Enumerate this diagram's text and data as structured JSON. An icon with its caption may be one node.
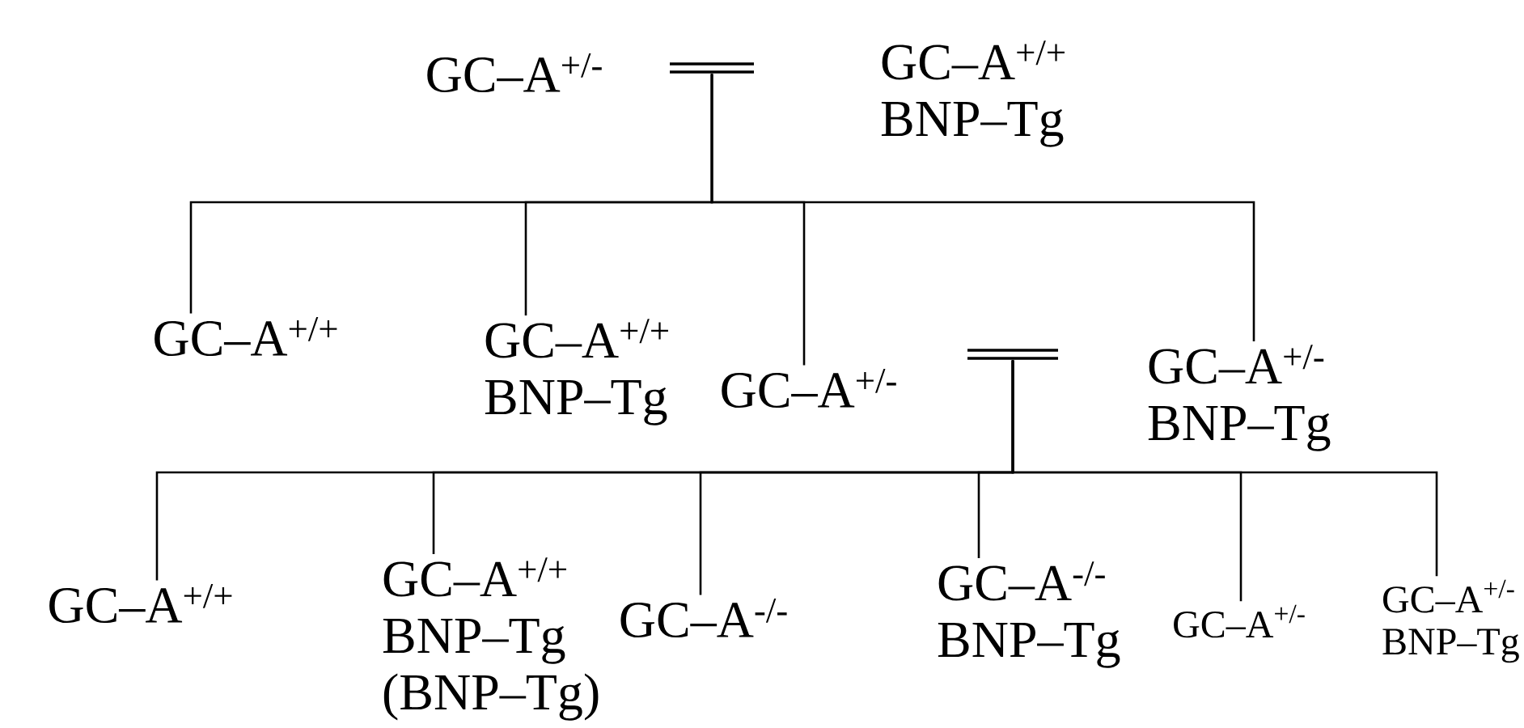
{
  "diagram": {
    "nodes": [
      {
        "text": [
          "GC–A$^{+/-}$"
        ]
      },
      {
        "text": [
          "GC–A$^{+/+}$ BNP–Tg"
        ]
      },
      {
        "text": [],
        "shape": "bar"
      },
      {
        "text": [
          "GC–A$^{+/+}$"
        ]
      },
      {
        "text": [
          "GC–A$^{+/+}$ BNP–Tg"
        ]
      },
      {
        "text": [
          "GC–A$^{+/-}$"
        ]
      },
      {
        "text": [
          "GC–A$^{+/-}$ BNP–Tg"
        ]
      },
      {
        "text": [],
        "shape": "bar"
      },
      {
        "text": [
          "GC–A$^{+/+}$"
        ]
      },
      {
        "text": [
          "GC–A$^{+/+}$ BNP–Tg (BNP–Tg)"
        ]
      },
      {
        "text": [
          "GC–A$^{-/-}$"
        ]
      },
      {
        "text": [
          "GC–A$^{-/-}$ BNP–Tg"
        ]
      },
      {
        "text": [
          "GC–A$^{+/-}$"
        ]
      },
      {
        "text": [
          "GC–A$^{+/-}$ BNP–Tg"
        ]
      }
    ],
    "edges": [
      {
        "from": 2,
        "to": 3,
        "arrow": "none"
      },
      {
        "from": 2,
        "to": 4,
        "arrow": "none"
      },
      {
        "from": 2,
        "to": 5,
        "arrow": "none"
      },
      {
        "from": 2,
        "to": 6,
        "arrow": "none"
      },
      {
        "from": 7,
        "to": 8,
        "arrow": "none"
      },
      {
        "from": 7,
        "to": 9,
        "arrow": "none"
      },
      {
        "from": 7,
        "to": 10,
        "arrow": "none"
      },
      {
        "from": 7,
        "to": 11,
        "arrow": "none"
      },
      {
        "from": 7,
        "to": 12,
        "arrow": "none"
      },
      {
        "from": 7,
        "to": 13,
        "arrow": "none"
      }
    ]
  }
}
